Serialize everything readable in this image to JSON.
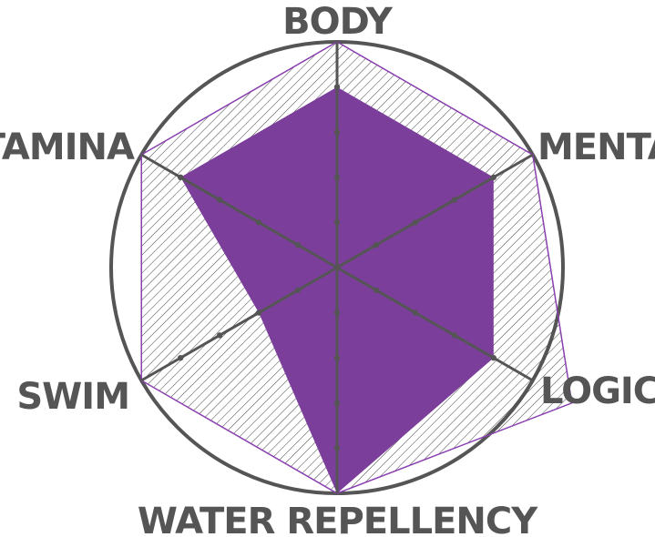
{
  "chart_data": {
    "type": "radar",
    "axes": [
      "BODY",
      "MENTAL",
      "LOGIC",
      "WATER REPELLENCY",
      "SWIM",
      "STAMINA"
    ],
    "axis_max": 5,
    "ticks_per_axis": 4,
    "series": [
      {
        "values": [
          4,
          4,
          4,
          5,
          2,
          4
        ],
        "fill": "filled"
      },
      {
        "values": [
          5,
          5,
          6,
          5,
          5,
          5
        ],
        "fill": "hatched"
      }
    ],
    "colors": {
      "primary_fill": "#7b3f9b",
      "hatch_outline": "#8a3fb0",
      "hatch_lines": "#444444",
      "axis": "#555555",
      "tick": "#555555",
      "circle": "#555555",
      "label": "#555555"
    }
  }
}
